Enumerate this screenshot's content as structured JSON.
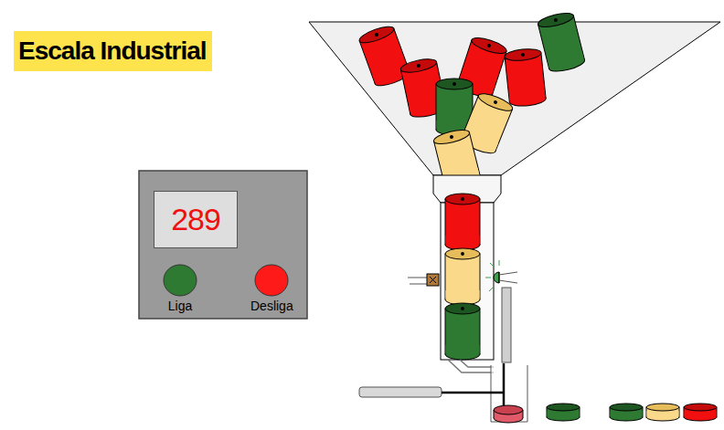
{
  "diagram": {
    "title": "Escala Industrial",
    "nodes": [
      {
        "text": [
          "289"
        ]
      },
      {
        "text": [
          "Liga"
        ]
      },
      {
        "text": [
          "Desliga"
        ]
      }
    ]
  }
}
